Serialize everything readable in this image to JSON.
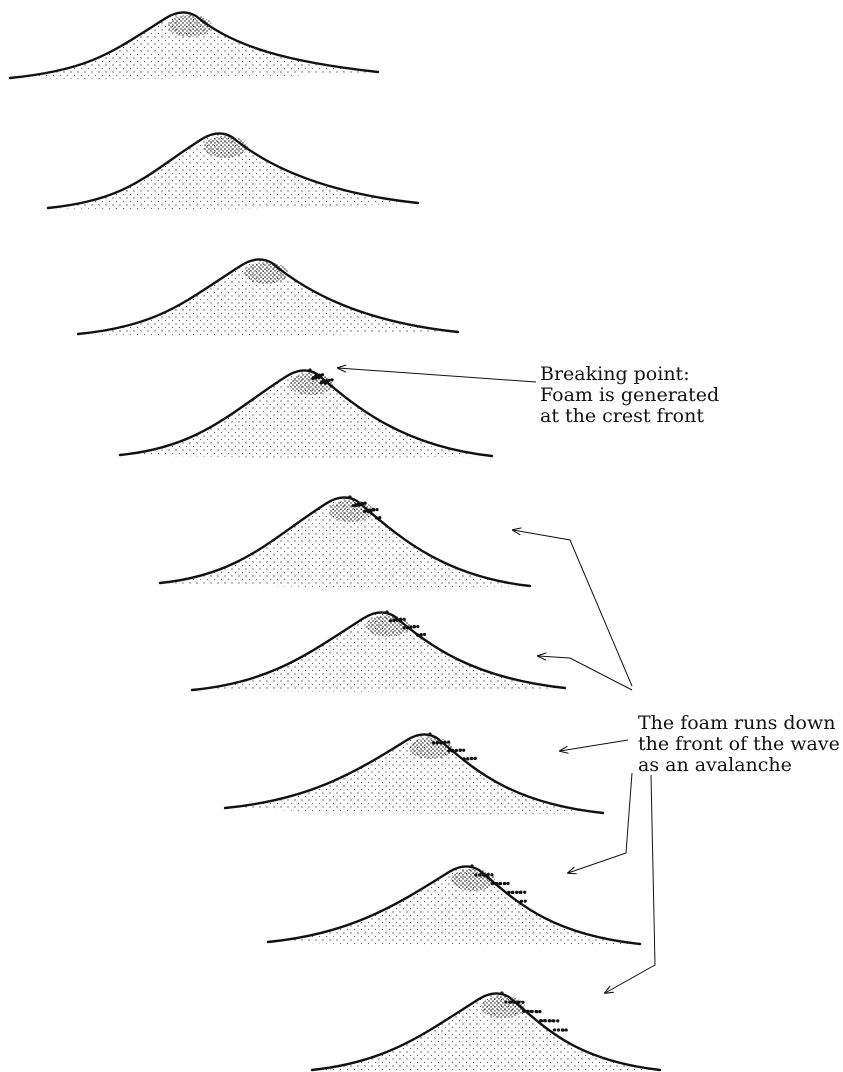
{
  "annotations": {
    "breaking_point": {
      "lines": [
        "Breaking point:",
        "Foam is generated",
        "at the crest front"
      ]
    },
    "avalanche": {
      "lines": [
        "The foam runs down",
        "the front of the wave",
        "as an avalanche"
      ]
    }
  },
  "stages": [
    {
      "stage": 1,
      "foam": false
    },
    {
      "stage": 2,
      "foam": false
    },
    {
      "stage": 3,
      "foam": false
    },
    {
      "stage": 4,
      "foam": true
    },
    {
      "stage": 5,
      "foam": true
    },
    {
      "stage": 6,
      "foam": true
    },
    {
      "stage": 7,
      "foam": true
    },
    {
      "stage": 8,
      "foam": true
    },
    {
      "stage": 9,
      "foam": true
    }
  ],
  "colors": {
    "ink": "#111111",
    "background": "#ffffff"
  }
}
